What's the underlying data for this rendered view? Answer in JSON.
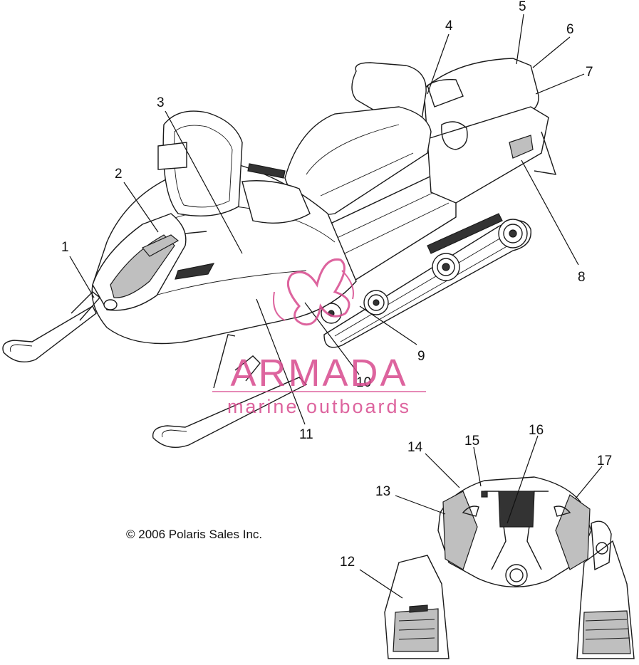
{
  "callouts": [
    "1",
    "2",
    "3",
    "4",
    "5",
    "6",
    "7",
    "8",
    "9",
    "10",
    "11",
    "12",
    "13",
    "14",
    "15",
    "16",
    "17"
  ],
  "copyright": "© 2006 Polaris Sales Inc.",
  "watermark": {
    "title": "ARMADA",
    "subtitle": "marine outboards",
    "color": "#d84a8e"
  },
  "colors": {
    "line": "#1a1a1a",
    "shade": "#bfbfbf",
    "dark": "#333333"
  }
}
